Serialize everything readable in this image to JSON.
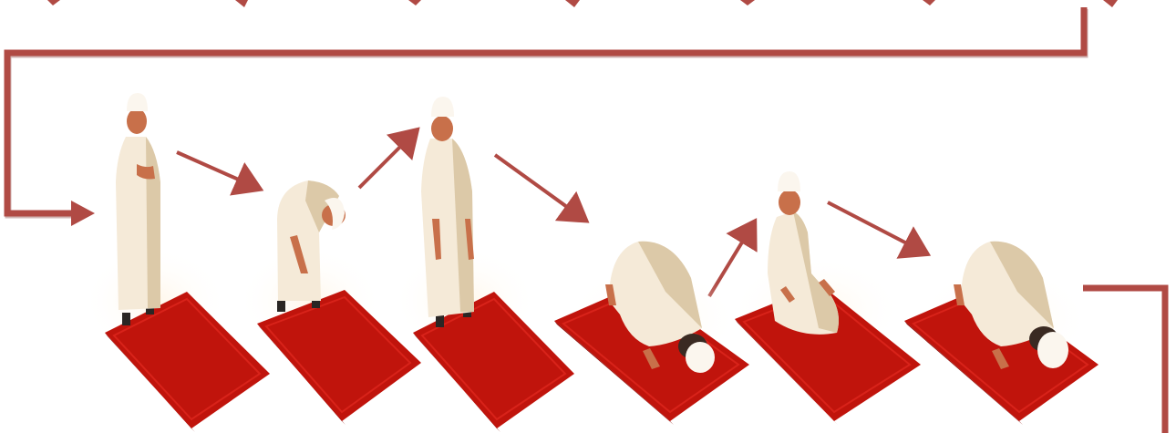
{
  "colors": {
    "background": "#ffffff",
    "connector": "#b04a44",
    "connector_shadow": "#7a2b27",
    "mat": "#c0140c",
    "mat_dark": "#8f0c08",
    "mat_light": "#d8231a",
    "robe": "#f5ead8",
    "robe_shadow": "#dcc9a8",
    "skin": "#c8704a",
    "cap": "#fbf6ee",
    "sock": "#2a2624"
  },
  "steps": [
    {
      "posture": "standing-hands-folded"
    },
    {
      "posture": "bowing"
    },
    {
      "posture": "standing"
    },
    {
      "posture": "prostrating"
    },
    {
      "posture": "sitting"
    },
    {
      "posture": "prostrating"
    }
  ],
  "icons": {
    "flow_connector": "bent-arrow-icon",
    "step_arrow": "arrow-icon"
  }
}
